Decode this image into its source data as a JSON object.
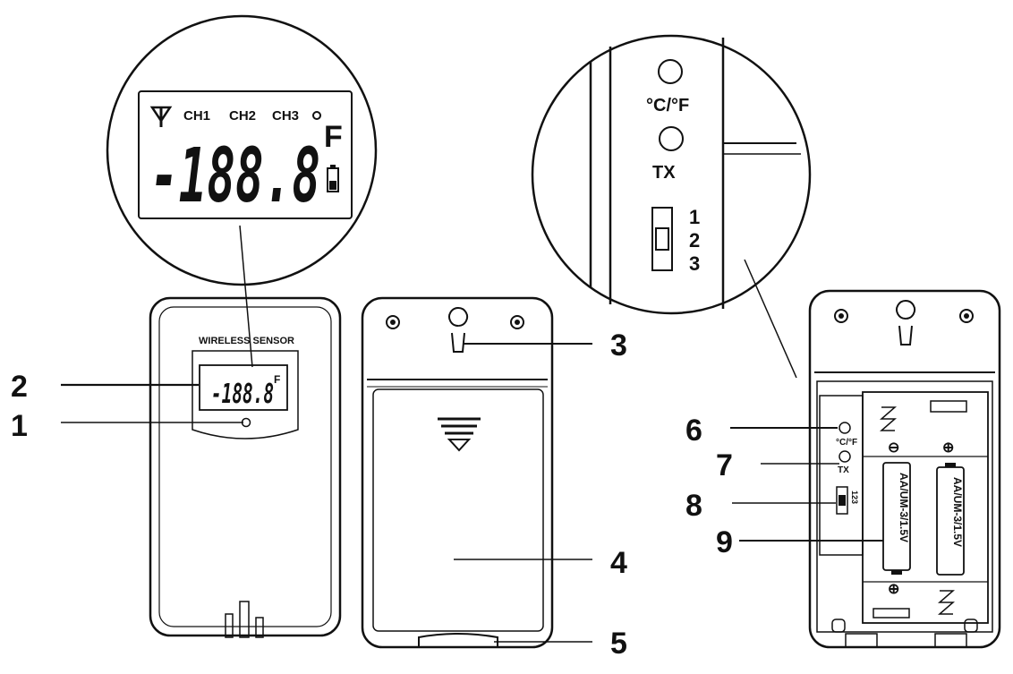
{
  "colors": {
    "ink": "#111111",
    "background": "#ffffff"
  },
  "callouts": [
    {
      "id": "1",
      "text": "1"
    },
    {
      "id": "2",
      "text": "2"
    },
    {
      "id": "3",
      "text": "3"
    },
    {
      "id": "4",
      "text": "4"
    },
    {
      "id": "5",
      "text": "5"
    },
    {
      "id": "6",
      "text": "6"
    },
    {
      "id": "7",
      "text": "7"
    },
    {
      "id": "8",
      "text": "8"
    },
    {
      "id": "9",
      "text": "9"
    }
  ],
  "lcd_zoom": {
    "ch1": "CH1",
    "ch2": "CH2",
    "ch3": "CH3",
    "digits": "-188.8",
    "unit": "F",
    "antenna_icon": "antenna-icon",
    "battery_icon": "battery-low-icon"
  },
  "front": {
    "brand": "WIRELESS SENSOR",
    "lcd_digits": "-188.8",
    "lcd_unit": "F"
  },
  "switch_zoom": {
    "unit_label": "°C/°F",
    "tx_label": "TX",
    "channel_1": "1",
    "channel_2": "2",
    "channel_3": "3"
  },
  "battery_compartment": {
    "battery_left": "AA/UM-3/1.5V",
    "battery_right": "AA/UM-3/1.5V",
    "plus": "⊕",
    "minus": "⊖",
    "unit_label": "°C/°F",
    "tx_label": "TX",
    "channels": "123"
  }
}
